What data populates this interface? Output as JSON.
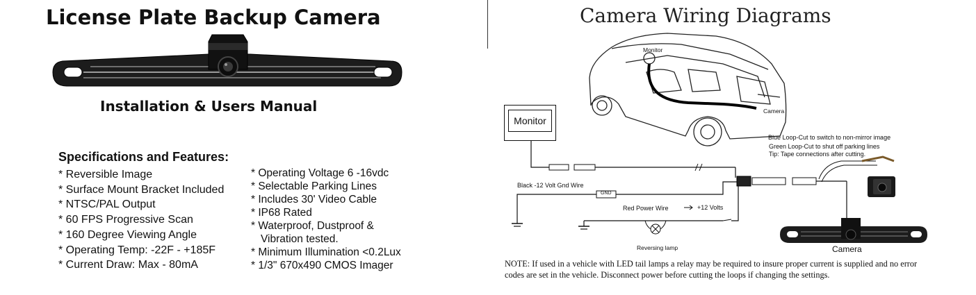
{
  "left": {
    "title": "License Plate Backup Camera",
    "manual_title": "Installation & Users Manual",
    "specs_heading": "Specifications and Features:",
    "specs_col1": [
      "* Reversible Image",
      "* Surface Mount Bracket Included",
      "* NTSC/PAL Output",
      "* 60 FPS Progressive Scan",
      "* 160 Degree Viewing Angle",
      "* Operating Temp: -22F - +185F",
      "* Current Draw: Max - 80mA"
    ],
    "specs_col2": [
      "* Operating Voltage 6 -16vdc",
      "* Selectable Parking Lines",
      "* Includes 30' Video Cable",
      "* IP68 Rated",
      "* Waterproof, Dustproof &",
      "Vibration tested.",
      "* Minimum Illumination <0.2Lux",
      "* 1/3\" 670x490 CMOS Imager"
    ]
  },
  "right": {
    "title": "Camera Wiring Diagrams",
    "monitor_box_label": "Monitor",
    "car_monitor_label": "Monitor",
    "car_camera_label": "Camera",
    "loop_blue": "Blue  Loop-Cut to switch to non-mirror image",
    "loop_green": "Green Loop-Cut to shut off parking lines",
    "loop_tip": "Tip: Tape connections after cutting.",
    "ground_wire": "Black -12 Volt Gnd Wire",
    "gnd_tag": "GND",
    "power_wire": "Red Power Wire",
    "volts": "+12 Volts",
    "reversing_lamp": "Reversing lamp",
    "camera_label": "Camera",
    "note": "NOTE: If used in a vehicle with LED tail lamps a relay may be required to insure proper current is supplied and no error codes are set in the vehicle. Disconnect power before cutting the loops if changing the settings."
  }
}
